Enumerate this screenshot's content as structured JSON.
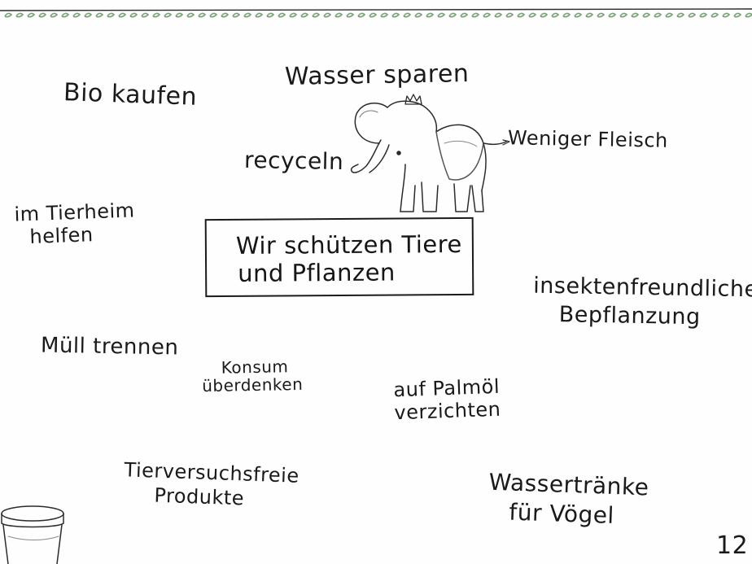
{
  "center": {
    "line1": "Wir schützen Tiere",
    "line2": "und Pflanzen"
  },
  "ideas": {
    "bio_kaufen": "Bio kaufen",
    "wasser_sparen": "Wasser sparen",
    "weniger_fleisch": "Weniger Fleisch",
    "recyceln": "recyceln",
    "tierheim_line1": "im Tierheim",
    "tierheim_line2": "helfen",
    "insekten_line1": "insektenfreundliche",
    "insekten_line2": "Bepflanzung",
    "muell_trennen": "Müll trennen",
    "konsum_line1": "Konsum",
    "konsum_line2": "überdenken",
    "palmoel_line1": "auf Palmöl",
    "palmoel_line2": "verzichten",
    "tierversuch_line1": "Tierversuchsfreie",
    "tierversuch_line2": "Produkte",
    "wassertraenke_line1": "Wassertränke",
    "wassertraenke_line2": "für Vögel"
  },
  "page_number": "12",
  "colors": {
    "ink": "#1a1a1a",
    "border_green": "#7aa07a",
    "paper": "#fefefe"
  },
  "icons": {
    "elephant": "elephant-drawing-icon",
    "cup": "cup-drawing-icon",
    "top_border": "leaf-border-icon"
  }
}
